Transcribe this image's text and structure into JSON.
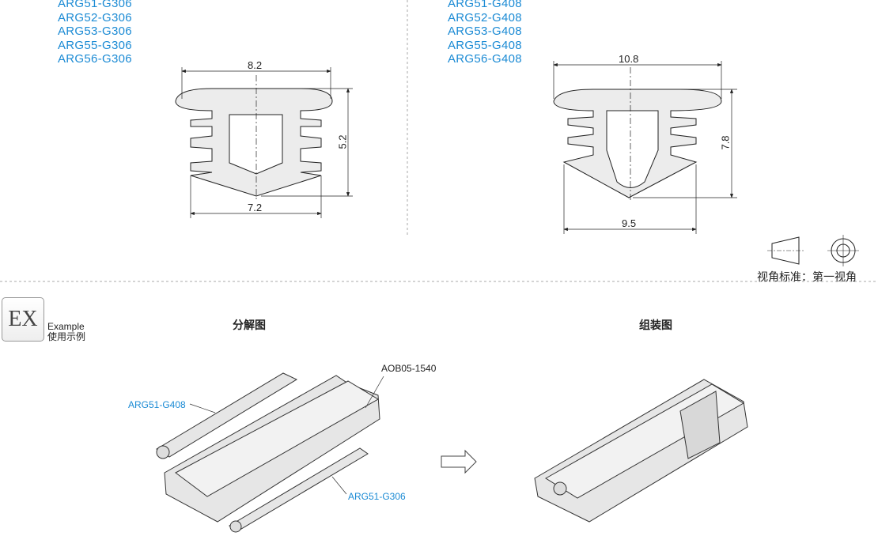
{
  "left_profile": {
    "part_numbers": [
      "ARG51-G306",
      "ARG52-G306",
      "ARG53-G306",
      "ARG55-G306",
      "ARG56-G306"
    ],
    "dims": {
      "top": "8.2",
      "height": "5.2",
      "bottom": "7.2"
    }
  },
  "right_profile": {
    "part_numbers": [
      "ARG51-G408",
      "ARG52-G408",
      "ARG53-G408",
      "ARG55-G408",
      "ARG56-G408"
    ],
    "dims": {
      "top": "10.8",
      "height": "7.8",
      "bottom": "9.5"
    }
  },
  "projection": {
    "label": "视角标准：第一视角"
  },
  "example": {
    "badge": "EX",
    "en": "Example",
    "zh": "使用示例"
  },
  "exploded": {
    "title": "分解图",
    "labels": {
      "g408": "ARG51-G408",
      "aob": "AOB05-1540",
      "g306": "ARG51-G306"
    }
  },
  "assembled": {
    "title": "组装图"
  },
  "colors": {
    "part_number": "#1a8ad4",
    "line": "#222222",
    "fill": "#ececec"
  }
}
